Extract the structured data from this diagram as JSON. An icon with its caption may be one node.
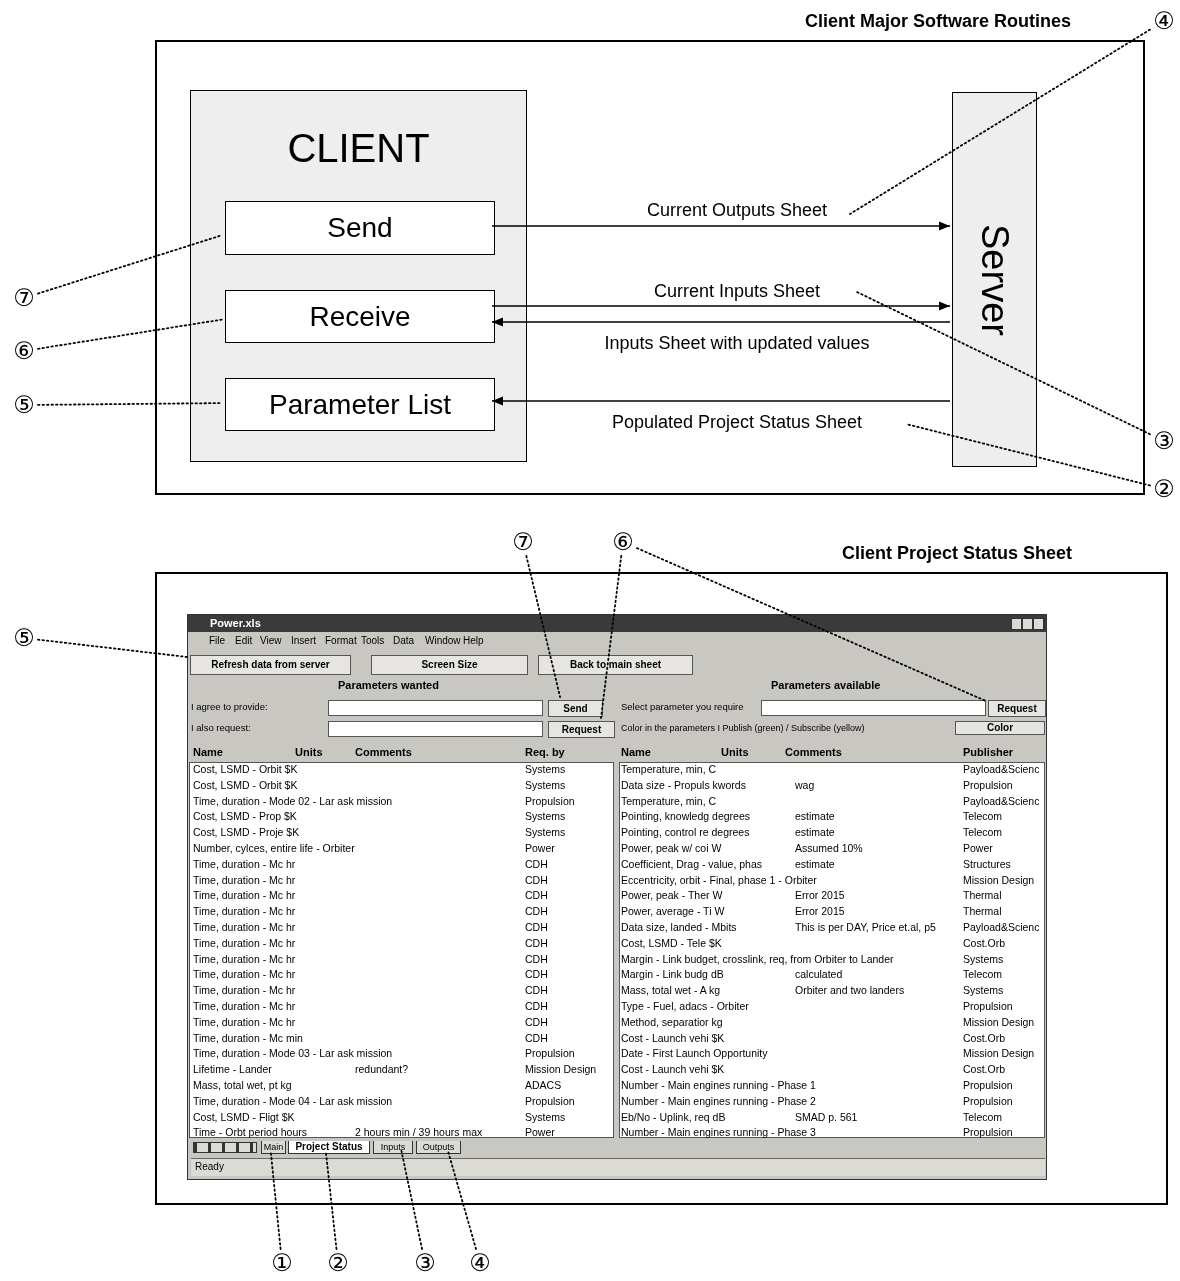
{
  "diagram": {
    "nodes": [
      {
        "text": [
          "Client Major Software Routines"
        ]
      },
      {
        "text": [
          "CLIENT"
        ],
        "in": 0
      },
      {
        "text": [
          "Send"
        ],
        "in": 1
      },
      {
        "text": [
          "Receive"
        ],
        "in": 1
      },
      {
        "text": [
          "Parameter List"
        ],
        "in": 1
      },
      {
        "text": [
          "Server"
        ],
        "in": 0
      },
      {
        "text": [
          "⑦"
        ]
      },
      {
        "text": [
          "⑥"
        ]
      },
      {
        "text": [
          "⑤"
        ]
      },
      {
        "text": [
          "④"
        ]
      },
      {
        "text": [
          "③"
        ]
      },
      {
        "text": [
          "②"
        ]
      },
      {
        "text": [
          "Client Project Status Sheet"
        ]
      },
      {
        "text": [
          "Power.xls"
        ],
        "in": 12
      },
      {
        "text": [
          "Refresh data from server"
        ],
        "in": 13
      },
      {
        "text": [
          "Screen Size"
        ],
        "in": 13
      },
      {
        "text": [
          "Back to main sheet"
        ],
        "in": 13
      },
      {
        "text": [
          "Send"
        ],
        "in": 13
      },
      {
        "text": [
          "Request"
        ],
        "in": 13
      },
      {
        "text": [
          "Request"
        ],
        "in": 13
      },
      {
        "text": [
          "Main"
        ],
        "in": 13
      },
      {
        "text": [
          "Project Status"
        ],
        "in": 13
      },
      {
        "text": [
          "Inputs"
        ],
        "in": 13
      },
      {
        "text": [
          "Outputs"
        ],
        "in": 13
      },
      {
        "text": [
          "⑤"
        ]
      },
      {
        "text": [
          "⑦"
        ]
      },
      {
        "text": [
          "⑥"
        ]
      },
      {
        "text": [
          "①"
        ]
      },
      {
        "text": [
          "②"
        ]
      },
      {
        "text": [
          "③"
        ]
      },
      {
        "text": [
          "④"
        ]
      }
    ],
    "edges": [
      {
        "from": 2,
        "to": 5,
        "arrow": "to",
        "label": "Current Outputs Sheet"
      },
      {
        "from": 3,
        "to": 5,
        "arrow": "to",
        "label": "Current Inputs Sheet"
      },
      {
        "from": 5,
        "to": 3,
        "arrow": "to",
        "label": "Inputs Sheet with updated values"
      },
      {
        "from": 5,
        "to": 4,
        "arrow": "to",
        "label": "Populated Project Status Sheet"
      },
      {
        "from": 6,
        "to": 2,
        "arrow": "none",
        "style": "dashed"
      },
      {
        "from": 7,
        "to": 3,
        "arrow": "none",
        "style": "dashed"
      },
      {
        "from": 8,
        "to": 4,
        "arrow": "none",
        "style": "dashed"
      },
      {
        "from": 9,
        "to": null,
        "arrow": "none",
        "style": "dashed"
      },
      {
        "from": 10,
        "to": null,
        "arrow": "none",
        "style": "dashed"
      },
      {
        "from": 11,
        "to": null,
        "arrow": "none",
        "style": "dashed"
      },
      {
        "from": 24,
        "to": 14,
        "arrow": "none",
        "style": "dashed"
      },
      {
        "from": 25,
        "to": 17,
        "arrow": "none",
        "style": "dashed"
      },
      {
        "from": 26,
        "to": 18,
        "arrow": "none",
        "style": "dashed"
      },
      {
        "from": 26,
        "to": 19,
        "arrow": "none",
        "style": "dashed"
      },
      {
        "from": 27,
        "to": 20,
        "arrow": "none",
        "style": "dashed"
      },
      {
        "from": 28,
        "to": 21,
        "arrow": "none",
        "style": "dashed"
      },
      {
        "from": 29,
        "to": 22,
        "arrow": "none",
        "style": "dashed"
      },
      {
        "from": 30,
        "to": 23,
        "arrow": "none",
        "style": "dashed"
      }
    ],
    "labels": [
      "File",
      "Edit",
      "View",
      "Insert",
      "Format",
      "Tools",
      "Data",
      "Window",
      "Help",
      "Parameters wanted",
      "Parameters available",
      "I agree to provide:",
      "Select parameter you require",
      "I also request:",
      "Color in the parameters I Publish (green) / Subscribe (yellow)",
      "Color",
      "Name",
      "Units",
      "Comments",
      "Req. by",
      "Cost, LSMD - Orbit $K",
      "Systems",
      "Cost, LSMD - Orbit $K",
      "Systems",
      "Time, duration - Mode 02 - Lar ask mission",
      "Propulsion",
      "Cost, LSMD - Prop $K",
      "Systems",
      "Cost, LSMD - Proje $K",
      "Systems",
      "Number, cylces, entire life - Orbiter",
      "Power",
      "Time, duration - Mc hr",
      "CDH",
      "Time, duration - Mc hr",
      "CDH",
      "Time, duration - Mc hr",
      "CDH",
      "Time, duration - Mc hr",
      "CDH",
      "Time, duration - Mc hr",
      "CDH",
      "Time, duration - Mc hr",
      "CDH",
      "Time, duration - Mc hr",
      "CDH",
      "Time, duration - Mc hr",
      "CDH",
      "Time, duration - Mc hr",
      "CDH",
      "Time, duration - Mc hr",
      "CDH",
      "Time, duration - Mc hr",
      "CDH",
      "Time, duration - Mc min",
      "CDH",
      "Time, duration - Mode 03 - Lar ask mission",
      "Propulsion",
      "Lifetime - Lander",
      "redundant?",
      "Mission Design",
      "Mass, total wet, pt kg",
      "ADACS",
      "Time, duration - Mode 04 - Lar ask mission",
      "Propulsion",
      "Cost, LSMD - Fligt $K",
      "Systems",
      "Time - Orbt period hours",
      "2 hours min / 39 hours max",
      "Power",
      "Name",
      "Units",
      "Comments",
      "Publisher",
      "Temperature, min, C",
      "Payload&Scienc",
      "Data size - Propuls kwords",
      "wag",
      "Propulsion",
      "Temperature, min, C",
      "Payload&Scienc",
      "Pointing, knowledg degrees",
      "estimate",
      "Telecom",
      "Pointing, control re degrees",
      "estimate",
      "Telecom",
      "Power, peak w/ coi W",
      "Assumed 10%",
      "Power",
      "Coefficient, Drag - value, phas",
      "estimate",
      "Structures",
      "Eccentricity, orbit - Final, phase 1 - Orbiter",
      "Mission Design",
      "Power, peak - Ther W",
      "Error 2015",
      "Thermal",
      "Power, average - Ti W",
      "Error 2015",
      "Thermal",
      "Data size, landed - Mbits",
      "This is per DAY, Price et.al, p5",
      "Payload&Scienc",
      "Cost, LSMD - Tele $K",
      "Cost.Orb",
      "Margin - Link budget, crosslink, req, from Orbiter to Lander",
      "Systems",
      "Margin - Link budg dB",
      "calculated",
      "Telecom",
      "Mass, total wet - A kg",
      "Orbiter and two landers",
      "Systems",
      "Type - Fuel, adacs - Orbiter",
      "Propulsion",
      "Method, separatior kg",
      "Mission Design",
      "Cost - Launch vehi $K",
      "Cost.Orb",
      "Date - First Launch Opportunity",
      "Mission Design",
      "Cost - Launch vehi $K",
      "Cost.Orb",
      "Number - Main engines running - Phase 1",
      "Propulsion",
      "Number - Main engines running - Phase 2",
      "Propulsion",
      "Eb/No - Uplink, req dB",
      "SMAD p. 561",
      "Telecom",
      "Number - Main engines running - Phase 3",
      "Propulsion",
      "Ready"
    ]
  }
}
